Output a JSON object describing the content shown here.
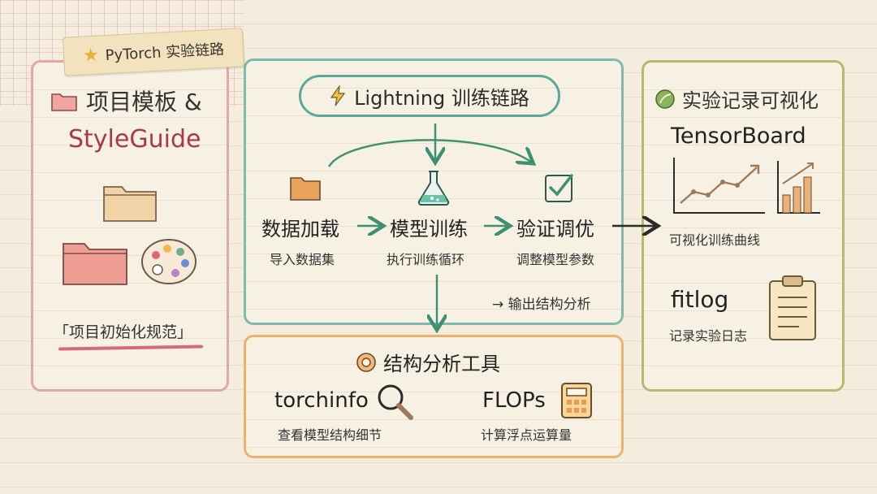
{
  "tag": {
    "icon": "star-icon",
    "label": "PyTorch 实验链路"
  },
  "left_panel": {
    "title_line1": "项目模板 &",
    "title_line2": "StyleGuide",
    "caption": "「项目初始化规范」",
    "icons": [
      "folder-icon",
      "folder-icon",
      "folder-icon",
      "palette-icon"
    ]
  },
  "center_panel": {
    "title": "Lightning 训练链路",
    "title_icon": "lightning-icon",
    "steps": [
      {
        "title": "数据加载",
        "subtitle": "导入数据集",
        "icon": "folder-icon"
      },
      {
        "title": "模型训练",
        "subtitle": "执行训练循环",
        "icon": "flask-icon"
      },
      {
        "title": "验证调优",
        "subtitle": "调整模型参数",
        "icon": "checkbox-icon"
      }
    ],
    "output_note": "→ 输出结构分析"
  },
  "right_panel": {
    "title": "实验记录可视化",
    "title_icon": "leaf-icon",
    "tool1_name": "TensorBoard",
    "tool1_caption": "可视化训练曲线",
    "tool2_name": "fitlog",
    "tool2_caption": "记录实验日志"
  },
  "bottom_panel": {
    "title": "结构分析工具",
    "title_icon": "gear-icon",
    "tool1_name": "torchinfo",
    "tool1_caption": "查看模型结构细节",
    "tool2_name": "FLOPs",
    "tool2_caption": "计算浮点运算量"
  },
  "colors": {
    "pink": "#e3a6ae",
    "teal": "#7fb8ad",
    "olive": "#b9b86f",
    "orange": "#e9b36e",
    "arrow_green": "#3f8f72",
    "styleguide_red": "#a83a48"
  }
}
